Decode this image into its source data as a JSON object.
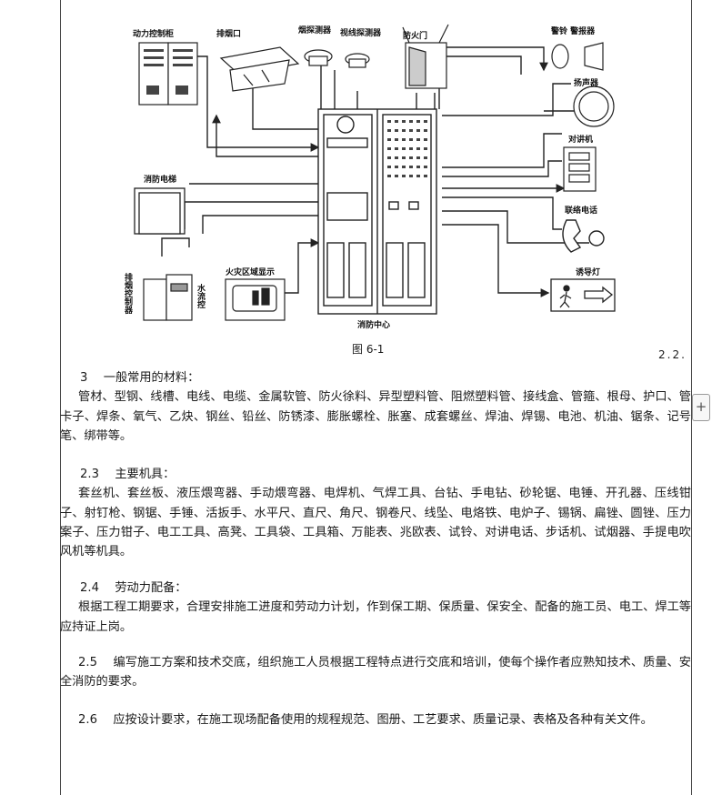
{
  "figure": {
    "caption": "图 6-1",
    "labels": {
      "power_cabinet": "动力控制柜",
      "smoke_vent": "排烟口",
      "smoke_detector": "烟探测器",
      "beam_detector": "视线探测器",
      "fire_door": "防火门",
      "bell_alarm": "警铃 警报器",
      "speaker": "扬声器",
      "intercom": "对讲机",
      "phone": "联络电话",
      "exit_light": "诱导灯",
      "fire_elevator": "消防电梯",
      "smoke_controller": "排烟控制器",
      "water_flow": "水流控",
      "fire_zone_display": "火灾区域显示",
      "fire_center": "消防中心"
    }
  },
  "page_ref": "2.2.",
  "sections": [
    {
      "heading": "3　 一般常用的材料：",
      "body": "管材、型钢、线槽、电线、电缆、金属软管、防火徐料、异型塑料管、阻燃塑料管、接线盒、管箍、根母、护口、管卡子、焊条、氧气、乙炔、钢丝、铅丝、防锈漆、膨胀螺栓、胀塞、成套螺丝、焊油、焊锡、电池、机油、锯条、记号笔、绑带等。"
    },
    {
      "heading": "2.3　 主要机具：",
      "body": "套丝机、套丝板、液压煨弯器、手动煨弯器、电焊机、气焊工具、台钻、手电钻、砂轮锯、电锤、开孔器、压线钳子、射钉枪、钢锯、手锤、活扳手、水平尺、直尺、角尺、钢卷尺、线坠、电烙铁、电炉子、锡锅、扁锉、圆锉、压力案子、压力钳子、电工工具、高凳、工具袋、工具箱、万能表、兆欧表、试铃、对讲电话、步话机、试烟器、手提电吹风机等机具。"
    },
    {
      "heading": "2.4　 劳动力配备：",
      "body": "根据工程工期要求，合理安排施工进度和劳动力计划，作到保工期、保质量、保安全、配备的施工员、电工、焊工等应持证上岗。"
    },
    {
      "heading": "",
      "body": "2.5　 编写施工方案和技术交底，组织施工人员根据工程特点进行交底和培训，使每个操作者应熟知技术、质量、安全消防的要求。"
    },
    {
      "heading": "",
      "body": "2.6　 应按设计要求，在施工现场配备使用的规程规范、图册、工艺要求、质量记录、表格及各种有关文件。"
    }
  ],
  "side_button": "+"
}
